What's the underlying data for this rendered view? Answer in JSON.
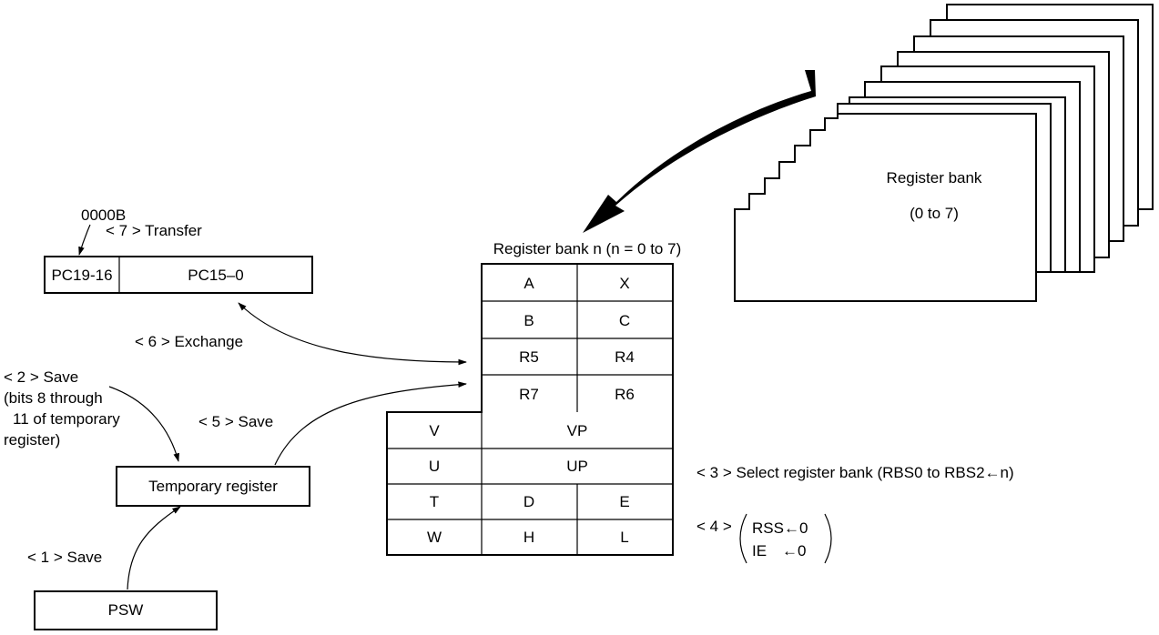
{
  "labels": {
    "vector_address": "0000B",
    "step7": "< 7 > Transfer",
    "step6": "< 6 > Exchange",
    "step5": "< 5 > Save",
    "step2_line1": "< 2 > Save",
    "step2_line2": "(bits 8 through",
    "step2_line3": "11 of temporary",
    "step2_line4": "register)",
    "step1": "< 1 > Save",
    "step3": "< 3 > Select register bank (RBS0 to RBS2←n)",
    "step4_prefix": "< 4 >",
    "step4_line1": "RSS←0",
    "step4_line2_a": "IE",
    "step4_line2_b": "←0",
    "bank_title": "Register bank n (n = 0 to 7)",
    "stack_line1": "Register bank",
    "stack_line2": "(0 to 7)"
  },
  "pc": {
    "high": "PC19-16",
    "low": "PC15–0"
  },
  "temp_register": "Temporary register",
  "psw": "PSW",
  "bank": {
    "upper_rows": [
      [
        "A",
        "X"
      ],
      [
        "B",
        "C"
      ],
      [
        "R5",
        "R4"
      ],
      [
        "R7",
        "R6"
      ]
    ],
    "vp_row": [
      "V",
      "VP"
    ],
    "up_row": [
      "U",
      "UP"
    ],
    "lower_rows": [
      [
        "T",
        "D",
        "E"
      ],
      [
        "W",
        "H",
        "L"
      ]
    ]
  }
}
